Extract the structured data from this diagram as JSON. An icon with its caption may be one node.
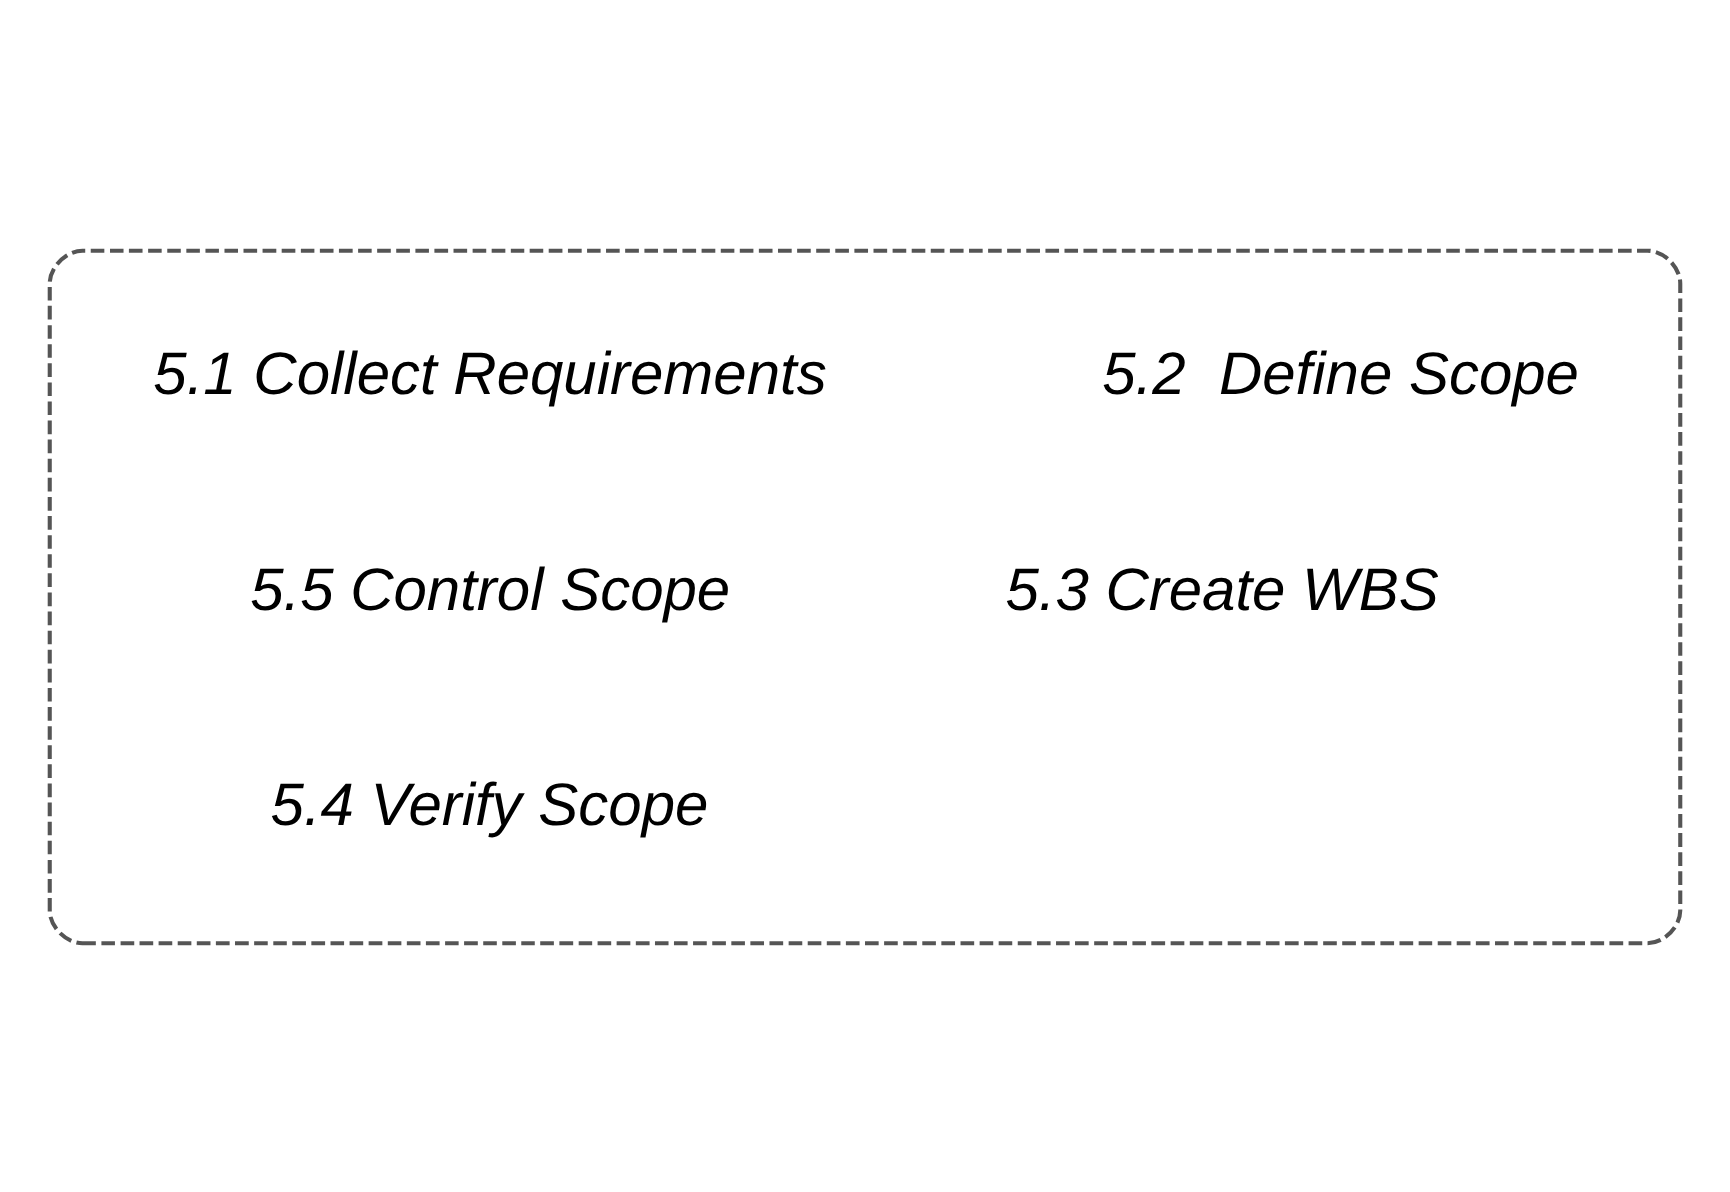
{
  "diagram": {
    "nodes": [
      {
        "text": [],
        "shape": "ellipse"
      },
      {
        "text": [
          "5.1 Collect Requirements"
        ],
        "in": 0
      },
      {
        "text": [
          "5.2  Define Scope"
        ],
        "in": 0
      },
      {
        "text": [
          "5.3 Create WBS"
        ],
        "in": 0
      },
      {
        "text": [
          "5.4 Verify Scope"
        ],
        "in": 0
      },
      {
        "text": [
          "5.5 Control Scope"
        ],
        "in": 0
      }
    ],
    "edges": []
  }
}
